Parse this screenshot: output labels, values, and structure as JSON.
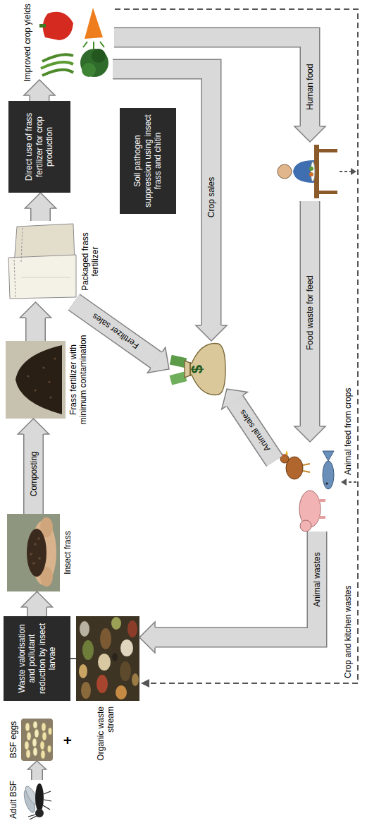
{
  "diagram": {
    "nodes": [
      {
        "text": [
          "Adult BSF"
        ]
      },
      {
        "text": [
          "BSF eggs"
        ]
      },
      {
        "text": [
          "Organic waste stream"
        ]
      },
      {
        "text": [
          "Waste valorisation and pollutant reduction by insect larvae"
        ]
      },
      {
        "text": [
          "Insect frass"
        ]
      },
      {
        "text": [
          "Frass fertilizer with minimum contamination"
        ]
      },
      {
        "text": [
          "Packaged frass fertilizer"
        ]
      },
      {
        "text": [
          "Direct use of frass fertilizer for crop production"
        ]
      },
      {
        "text": [
          "Improved crop yields"
        ]
      },
      {
        "text": [
          "Soil pathogen suppression using insect frass and chitin"
        ]
      },
      {
        "text": [
          "$"
        ]
      }
    ],
    "edges": [
      {
        "from": 0,
        "to": 1,
        "arrow": "to"
      },
      {
        "from": 2,
        "to": 3,
        "arrow": "none"
      },
      {
        "from": 3,
        "to": 4,
        "arrow": "to"
      },
      {
        "from": 4,
        "to": 5,
        "label": "Composting",
        "arrow": "to"
      },
      {
        "from": 5,
        "to": 6,
        "arrow": "to"
      },
      {
        "from": 6,
        "to": 7,
        "arrow": "to"
      },
      {
        "from": 7,
        "to": 8,
        "arrow": "to"
      },
      {
        "from": 6,
        "to": 10,
        "label": "Fertilizer sales",
        "arrow": "to"
      },
      {
        "from": 8,
        "to": 10,
        "label": "Crop sales",
        "arrow": "to"
      }
    ],
    "labels": [
      "+",
      "Human food",
      "Food waste for feed",
      "Animal sales",
      "Animal wastes",
      "Crop and kitchen wastes",
      "Animal feed from crops"
    ]
  }
}
